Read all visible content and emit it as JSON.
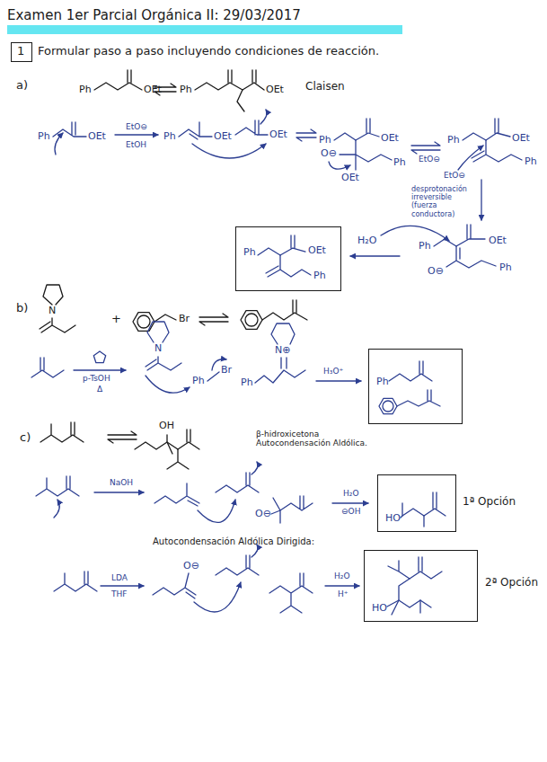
{
  "diagram": {
    "title": "Examen 1er Parcial Orgánica II: 29/03/2017",
    "nodes": [
      {
        "text": [
          "1"
        ]
      },
      {
        "text": [
          "Ph",
          "OEt",
          "Ph"
        ]
      },
      {
        "text": [
          "Ph"
        ]
      },
      {
        "text": [
          "HO"
        ]
      },
      {
        "text": [
          "HO"
        ]
      }
    ],
    "labels": [
      "Formular paso a paso incluyendo condiciones de reacción.",
      "a)",
      "Ph",
      "OEt",
      "Ph",
      "OEt",
      "Claisen",
      "Ph",
      "OEt",
      "EtO⊖",
      "EtOH",
      "Ph",
      "OEt",
      "OEt",
      "Ph",
      "OEt",
      "O⊖",
      "OEt",
      "Ph",
      "EtO⊖",
      "Ph",
      "OEt",
      "Ph",
      "EtO⊖",
      "desprotonación irreversible (fuerza conductora)",
      "H₂O",
      "Ph",
      "OEt",
      "O⊖",
      "Ph",
      "b)",
      "N",
      "+",
      "Br",
      "p-TsOH",
      "Δ",
      "N",
      "Ph",
      "Br",
      "N⊕",
      "Ph",
      "H₃O⁺",
      "c)",
      "OH",
      "β-hidroxicetona Autocondensación Aldólica.",
      "NaOH",
      "O⊖",
      "H₂O",
      "⊖OH",
      "1ª Opción",
      "Autocondensación Aldólica Dirigida:",
      "LDA",
      "THF",
      "O⊖",
      "H₂O",
      "H⁺",
      "2ª Opción"
    ]
  }
}
